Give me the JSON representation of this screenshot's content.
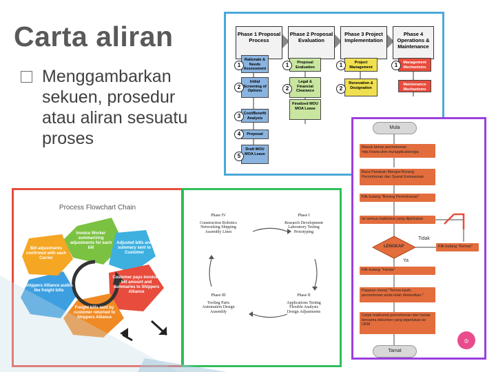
{
  "slide": {
    "title": "Carta aliran",
    "bullet": "Menggambarkan",
    "bullet_rest": "sekuen, prosedur atau aliran sesuatu proses"
  },
  "phases_chart": {
    "headers": [
      "Phase 1 Proposal Process",
      "Phase 2 Proposal Evaluation",
      "Phase 3 Project Implementation",
      "Phase 4 Operations & Maintenance"
    ],
    "col1": [
      "Rationale & Needs Assessment",
      "Initial Screening of Options",
      "Cost/Benefit Analysis",
      "Proposal",
      "Draft MOU MOA Lease"
    ],
    "col1_nums": [
      "1",
      "2",
      "3",
      "4",
      "5"
    ],
    "col2": [
      "Proposal Evaluation",
      "Legal & Financial Clearance",
      "Finalized MOU MOA Lease"
    ],
    "col2_nums": [
      "1",
      "2"
    ],
    "col3": [
      "Project Management",
      "Renovation & Designation"
    ],
    "col3_nums": [
      "1",
      "2"
    ],
    "col4": [
      "Management Mechanisms",
      "Maintenance Mechanisms"
    ],
    "col4_nums": [
      "1"
    ]
  },
  "chain_chart": {
    "title": "Process Flowchart Chain",
    "segments": [
      "Invoice Worker summarizing adjustments for each bill",
      "Adjusted bills and summary sent to Customer",
      "Customer pays invoiced bill amount and summaries to Shippers Alliance",
      "Freight bills sent by customer returned to Shippers Alliance",
      "Shippers Alliance audits the freight bills",
      "Bill adjustments confirmed with each Carrier"
    ]
  },
  "cycle_chart": {
    "phases": [
      {
        "name": "Phase IV",
        "items": "Construction Robotics Networking Shipping Assembly Lines"
      },
      {
        "name": "Phase I",
        "items": "Research Development Laboratory Testing Prototyping"
      },
      {
        "name": "Phase III",
        "items": "Tooling Parts Automation Design Assembly"
      },
      {
        "name": "Phase II",
        "items": "Applications Testing Flexible Analysis Design Adjustments"
      }
    ]
  },
  "process_flow": {
    "start": "Mula",
    "end": "Tamat",
    "steps": [
      "Masuk laman permohonan http://www.ukm.my/application/jpa",
      "Baca Panduan Mengisi Borang Permohonan dan Syarat Kemasukan",
      "Klik butang \"Borang Permohonan\"",
      "Isi semua maklumat yang diperlukan",
      "Klik butang \"Hantar\"",
      "Paparan mesej \"Terima kasih, permohonan anda telah direkodkan.\"",
      "Cetak maklumat permohonan dan hantar bersama dokumen yang diperlukan ke UKM"
    ],
    "decision": "LENGKAP",
    "no_label": "Tidak",
    "yes_label": "Ya",
    "side_step": "Klik butang \"Kemas\""
  }
}
